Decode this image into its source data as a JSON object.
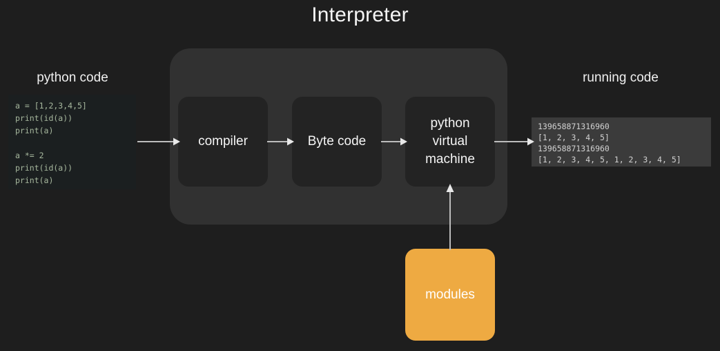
{
  "title": "Interpreter",
  "background_color": "#1e1e1e",
  "panels": {
    "python_code": {
      "label": "python code",
      "code": "a = [1,2,3,4,5]\nprint(id(a))\nprint(a)\n\na *= 2\nprint(id(a))\nprint(a)",
      "background_color": "#1b1f20",
      "text_color": "#a7b89e"
    },
    "running_code": {
      "label": "running code",
      "output": "139658871316960\n[1, 2, 3, 4, 5]\n139658871316960\n[1, 2, 3, 4, 5, 1, 2, 3, 4, 5]",
      "background_color": "#3b3b3b",
      "text_color": "#d2d2d2"
    }
  },
  "interpreter": {
    "container_color": "#313131",
    "stages": [
      {
        "id": "compiler",
        "label": "compiler",
        "color": "#232323"
      },
      {
        "id": "bytecode",
        "label": "Byte code",
        "color": "#232323"
      },
      {
        "id": "pvm",
        "label": "python\nvirtual\nmachine",
        "color": "#232323"
      }
    ]
  },
  "modules": {
    "label": "modules",
    "color": "#eeaa42",
    "text_color": "#ffffff"
  },
  "arrows": {
    "color": "#bdbdbd",
    "flows": [
      {
        "from": "python code",
        "to": "compiler",
        "direction": "right"
      },
      {
        "from": "compiler",
        "to": "Byte code",
        "direction": "right"
      },
      {
        "from": "Byte code",
        "to": "python virtual machine",
        "direction": "right"
      },
      {
        "from": "python virtual machine",
        "to": "running code",
        "direction": "right"
      },
      {
        "from": "modules",
        "to": "python virtual machine",
        "direction": "up"
      }
    ]
  }
}
